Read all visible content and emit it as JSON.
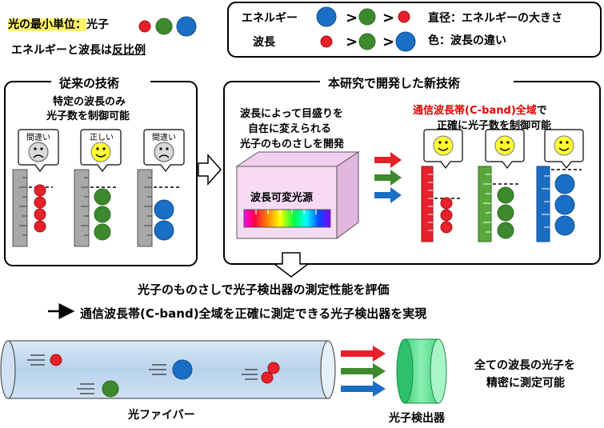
{
  "intro": {
    "line1_highlight": "光の最小単位：",
    "line1_rest": "光子",
    "line2_prefix": "エネルギーと波長は",
    "line2_underlined": "反比例"
  },
  "legend": {
    "energy_label": "エネルギー",
    "wavelength_label": "波長",
    "greater_than": ">",
    "note_diameter": "直径：エネルギーの大きさ",
    "note_color": "色：波長の違い"
  },
  "conventional": {
    "title": "従来の技術",
    "desc_line1": "特定の波長のみ",
    "desc_line2": "光子数を制御可能",
    "bubbles": [
      "間違い",
      "正しい",
      "間違い"
    ]
  },
  "new_tech": {
    "title": "本研究で開発した新技術",
    "desc_lines": [
      "波長によって目盛りを",
      "自在に変えられる",
      "光子のものさしを開発"
    ],
    "source_label": "波長可変光源",
    "cband_red": "通信波長帯(C-band)全域",
    "cband_suffix": "で",
    "cband_line2": "正確に光子数を制御可能"
  },
  "evaluation": {
    "line1": "光子のものさしで光子検出器の測定性能を評価",
    "line2": "通信波長帯(C-band)全域を正確に測定できる光子検出器を実現"
  },
  "bottom": {
    "fiber_label": "光ファイバー",
    "detector_label": "光子検出器",
    "note_line1": "全ての波長の光子を",
    "note_line2": "精密に測定可能"
  },
  "colors": {
    "red": "#e8202a",
    "green": "#3d8a2e",
    "blue": "#1a6fc4",
    "highlight": "#fff36a",
    "accent_red": "#e60000"
  }
}
